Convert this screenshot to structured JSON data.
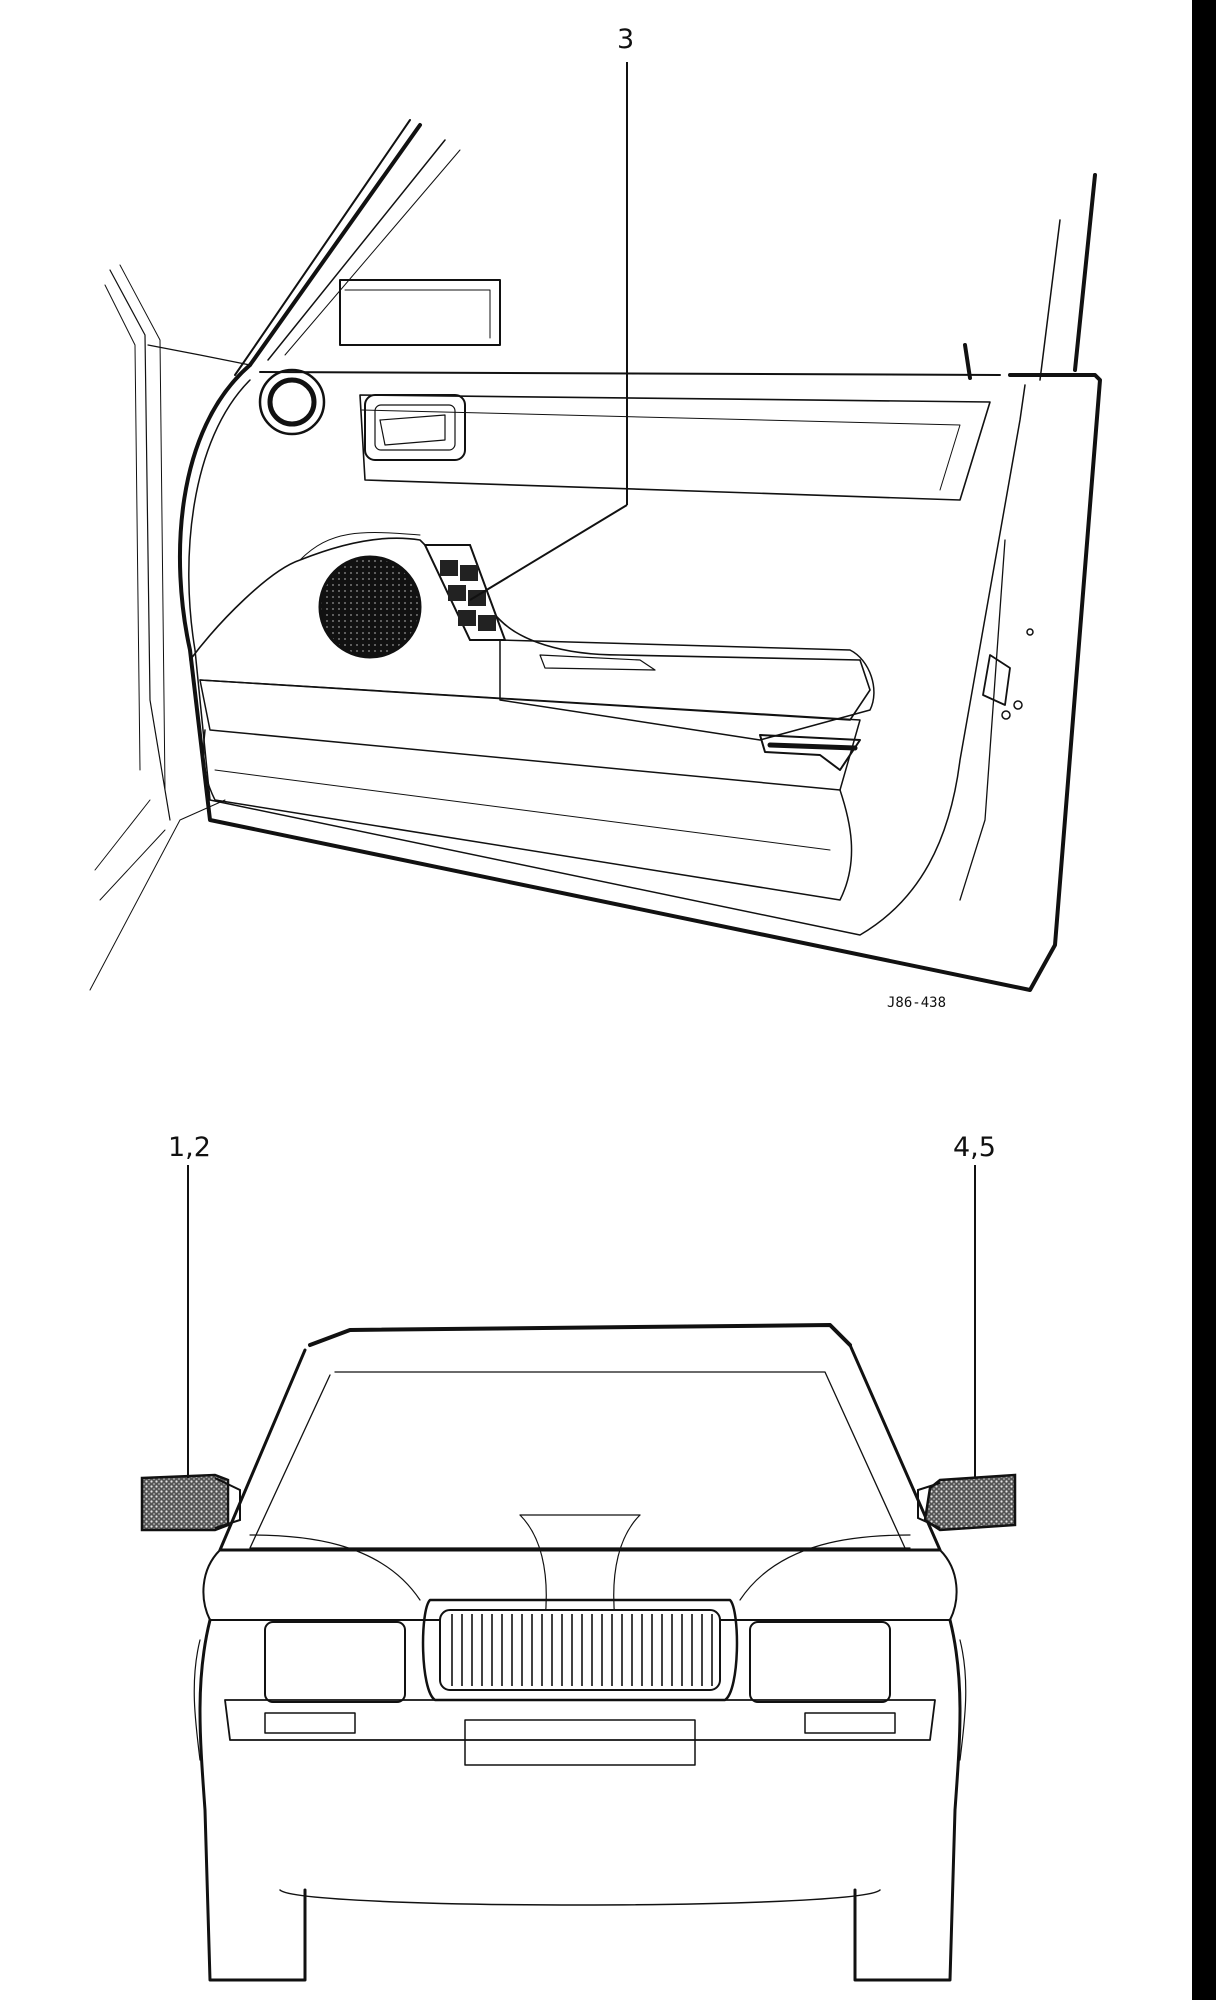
{
  "figure_ref": "J86-438",
  "callouts": {
    "top": "3",
    "left": "1,2",
    "right": "4,5"
  },
  "colors": {
    "ink": "#111111",
    "paper": "#ffffff",
    "edge_bar": "#000000"
  }
}
